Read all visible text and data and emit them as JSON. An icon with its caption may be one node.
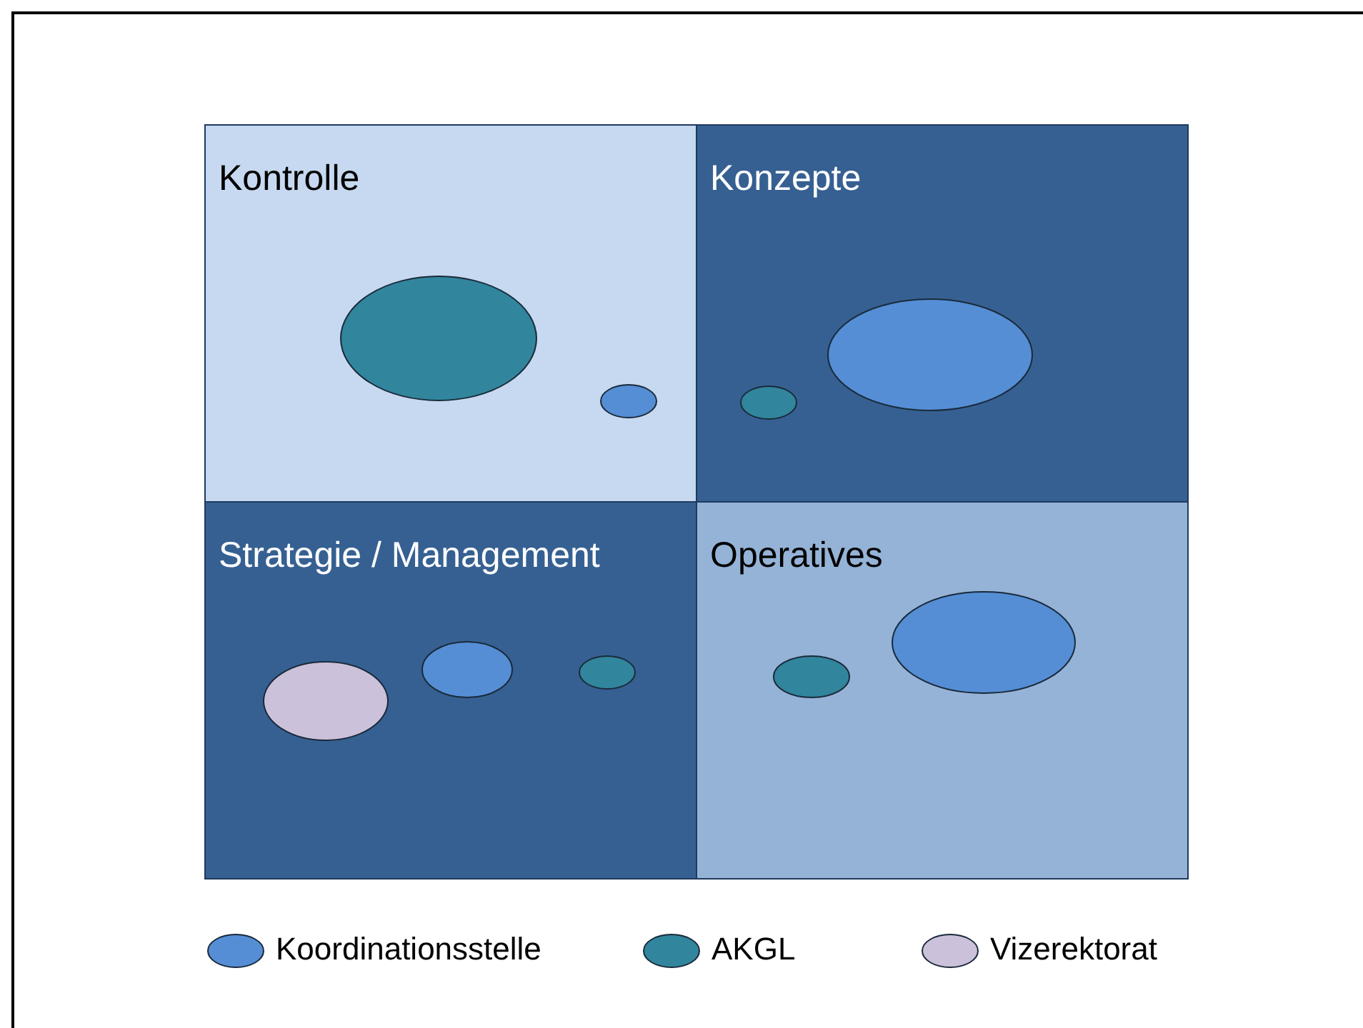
{
  "diagram": {
    "nodes": [
      {
        "text": [
          "Kontrolle"
        ]
      },
      {
        "text": [
          "Konzepte"
        ]
      },
      {
        "text": [
          "Strategie / Management"
        ]
      },
      {
        "text": [
          "Operatives"
        ]
      },
      {
        "text": [],
        "shape": "circle",
        "in": 0
      },
      {
        "text": [],
        "shape": "circle",
        "in": 0
      },
      {
        "text": [],
        "shape": "circle",
        "in": 1
      },
      {
        "text": [],
        "shape": "circle",
        "in": 1
      },
      {
        "text": [],
        "shape": "circle",
        "in": 2
      },
      {
        "text": [],
        "shape": "circle",
        "in": 2
      },
      {
        "text": [],
        "shape": "circle",
        "in": 2
      },
      {
        "text": [],
        "shape": "circle",
        "in": 3
      },
      {
        "text": [],
        "shape": "circle",
        "in": 3
      }
    ],
    "edges": [],
    "legend": [
      {
        "text": "Koordinationsstelle",
        "color": "#558ed5"
      },
      {
        "text": "AKGL",
        "color": "#31859c"
      },
      {
        "text": "Vizerektorat",
        "color": "#ccc1da"
      }
    ]
  }
}
